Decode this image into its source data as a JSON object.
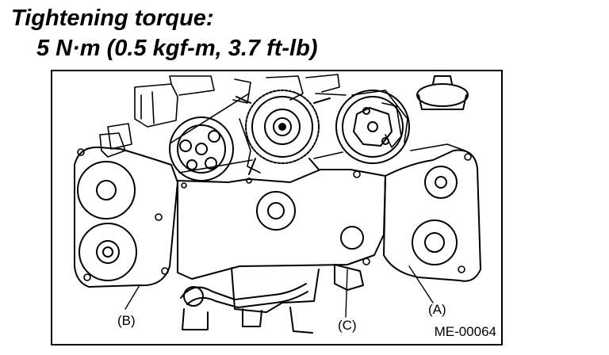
{
  "heading": {
    "title": "Tightening torque:",
    "value": "5 N·m (0.5 kgf-m, 3.7 ft-lb)"
  },
  "figure": {
    "id": "ME-00064",
    "callouts": {
      "a": "(A)",
      "b": "(B)",
      "c": "(C)"
    }
  },
  "colors": {
    "line": "#000000",
    "background": "#ffffff"
  }
}
